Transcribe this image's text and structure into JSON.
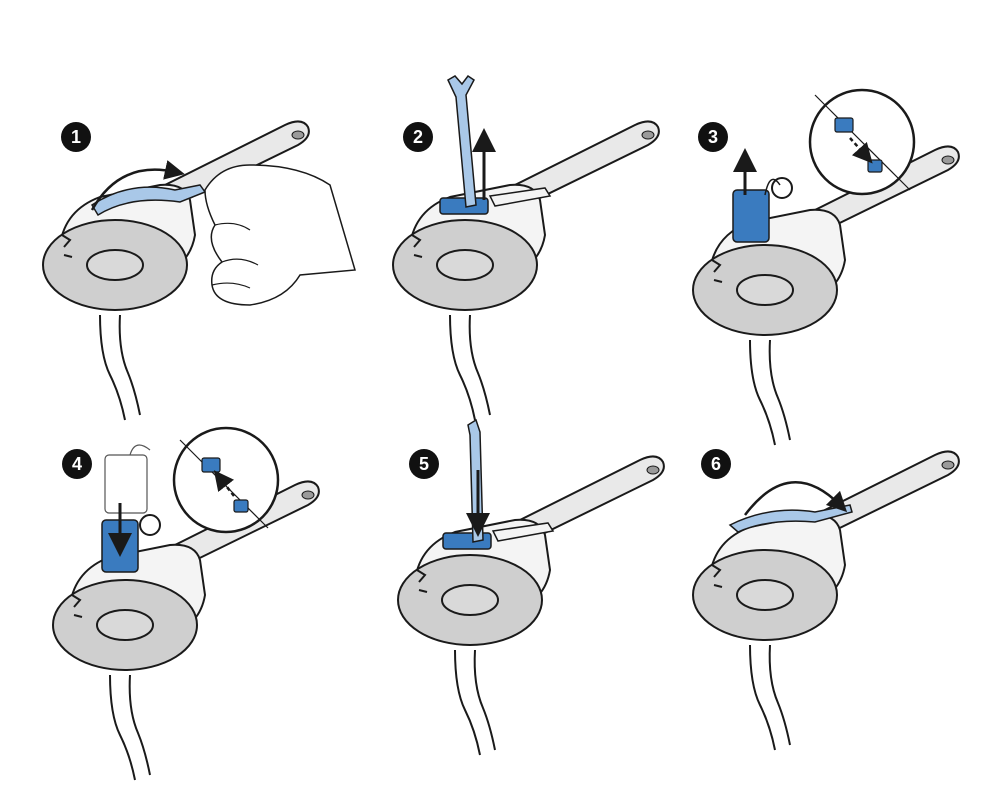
{
  "steps": [
    {
      "number": "1",
      "action": "open-cover"
    },
    {
      "number": "2",
      "action": "lift-out-with-tool"
    },
    {
      "number": "3",
      "action": "remove-battery-unplug"
    },
    {
      "number": "4",
      "action": "insert-battery-plug-in"
    },
    {
      "number": "5",
      "action": "push-down-with-tool"
    },
    {
      "number": "6",
      "action": "close-cover"
    }
  ],
  "colors": {
    "accent_blue": "#3a7bbf",
    "accent_blue_light": "#a9c8e8",
    "line": "#1a1a1a",
    "ear_pad": "#cfcfcf",
    "badge": "#111111"
  },
  "icons": [
    "headset",
    "hand",
    "removal-tool",
    "battery",
    "connector-plug",
    "arrow-up",
    "arrow-down",
    "curved-arrow"
  ]
}
